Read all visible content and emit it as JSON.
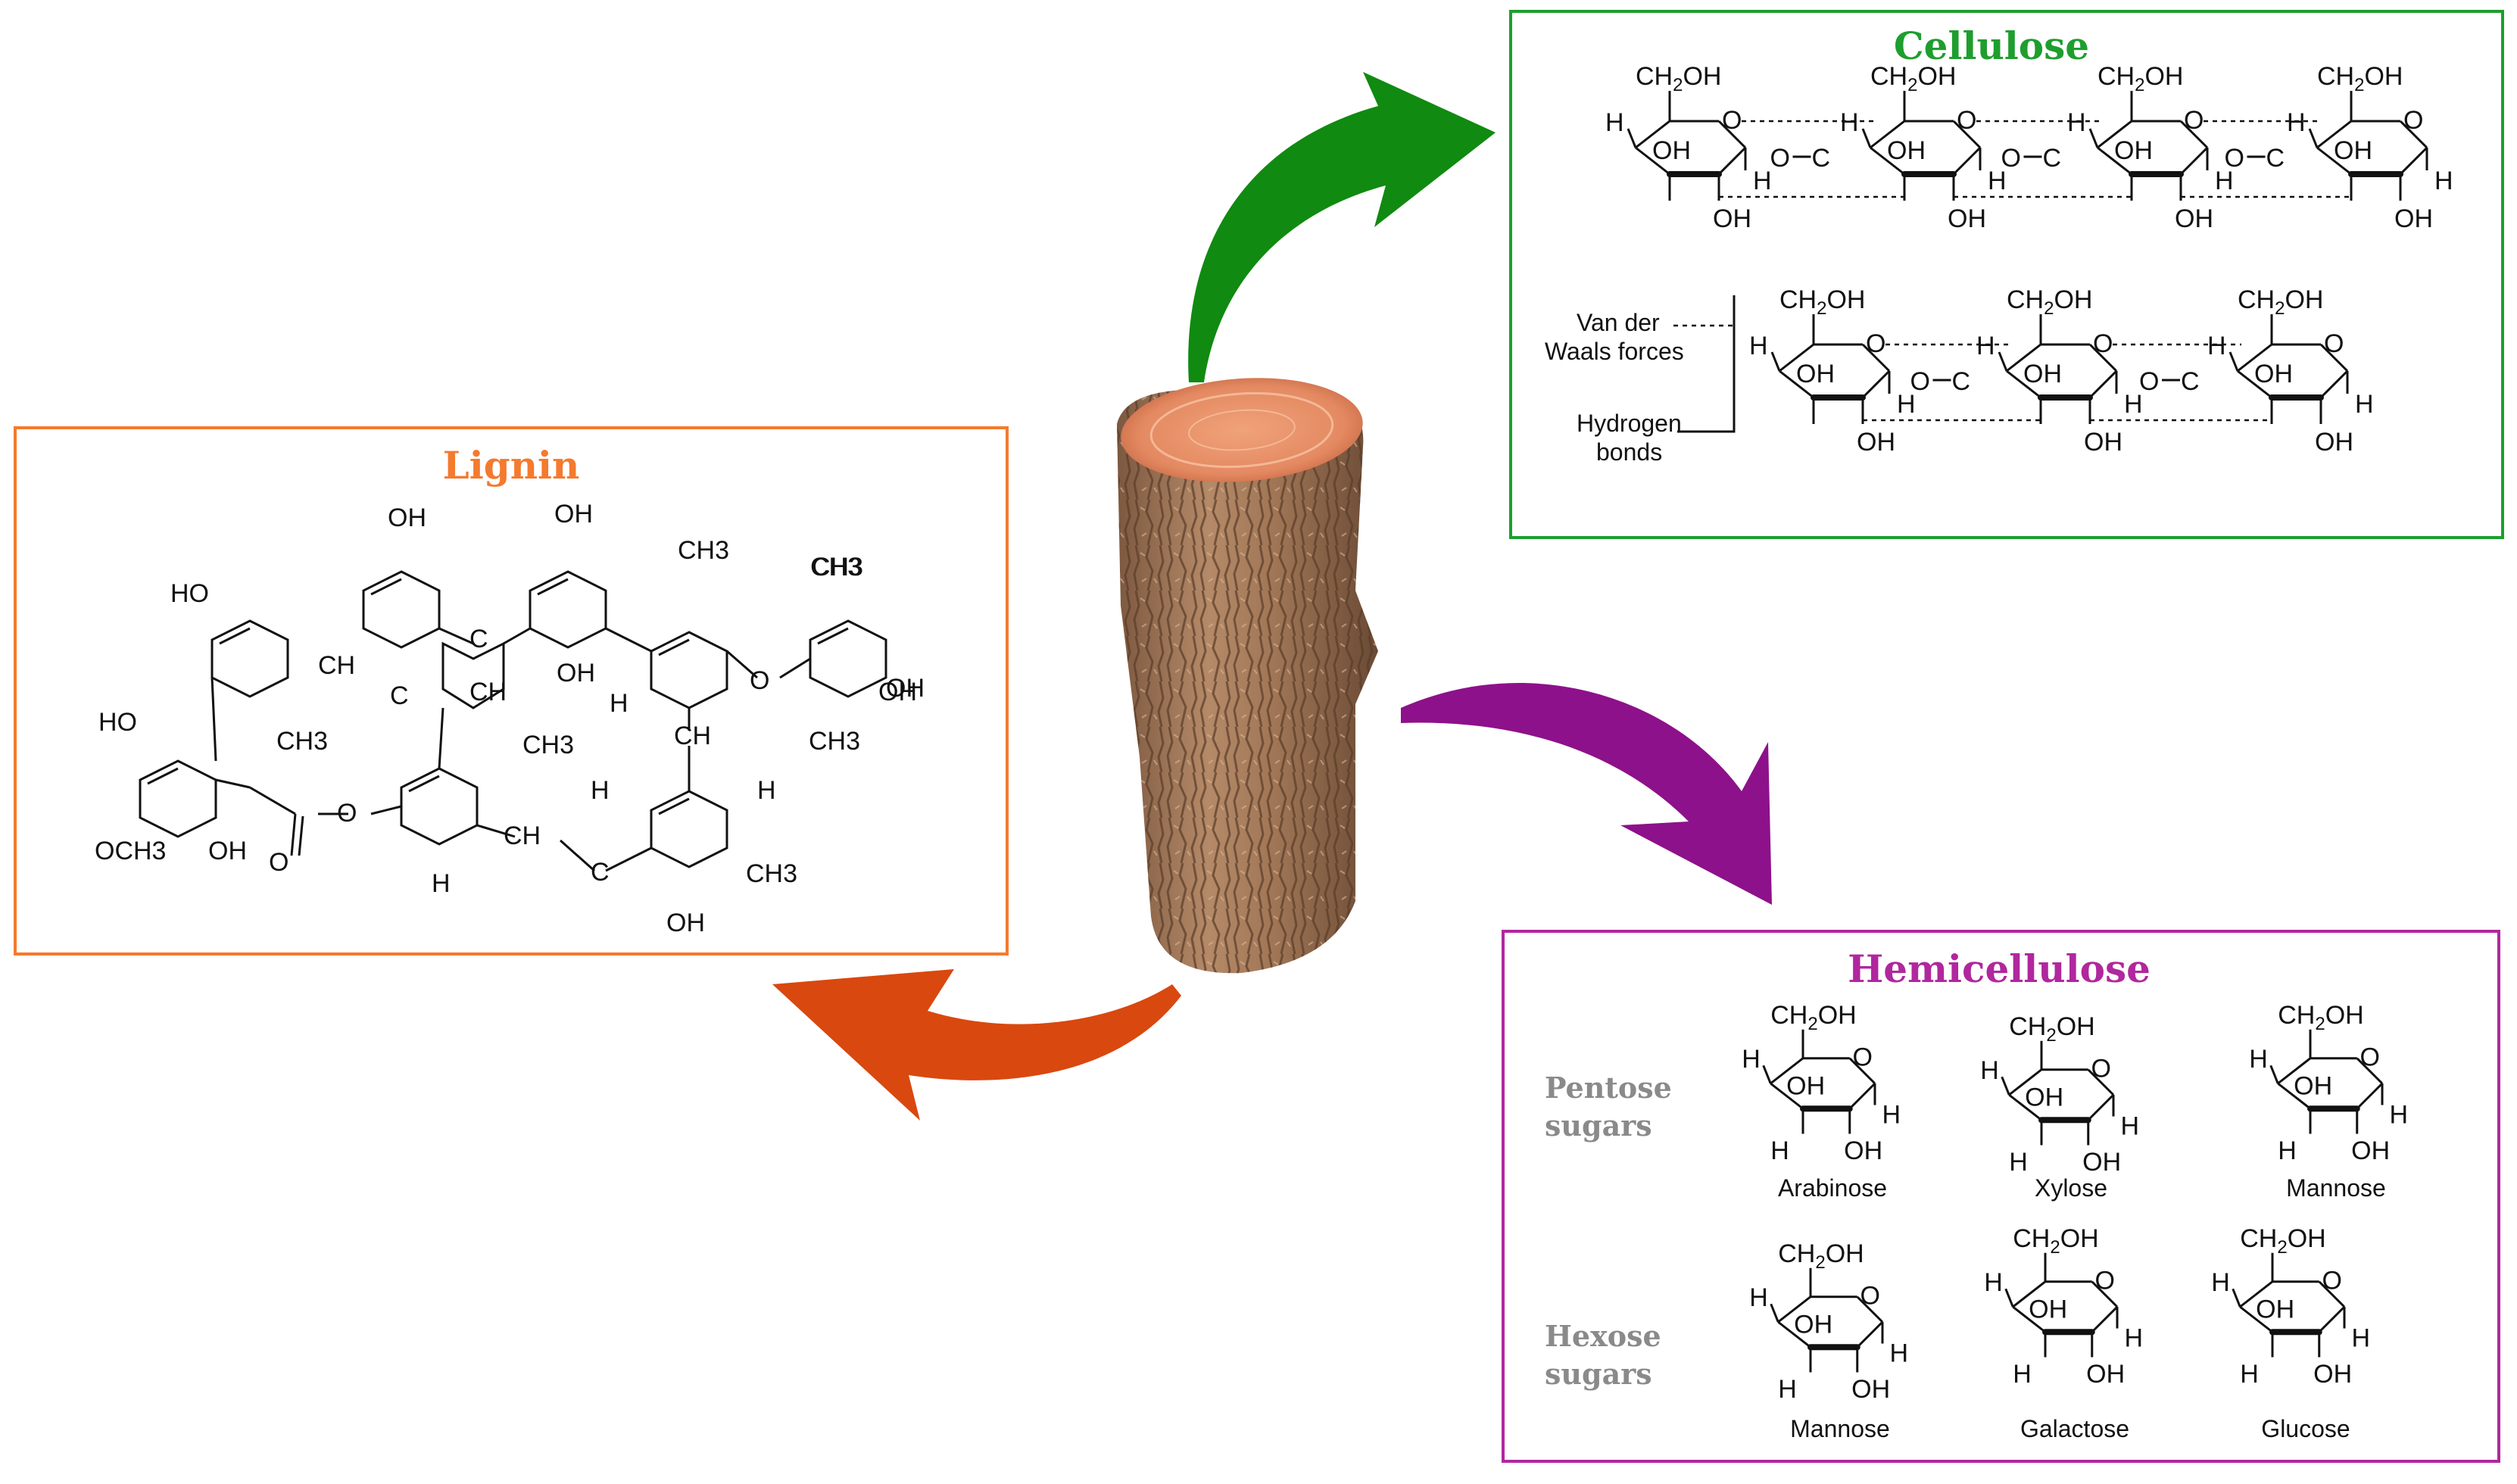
{
  "colors": {
    "lignin": "#f47a2e",
    "cellulose": "#1e9e2e",
    "hemicellulose": "#b0279e",
    "arrow_green": "#108a10",
    "arrow_purple": "#8d118a",
    "arrow_orange": "#d9480f"
  },
  "lignin": {
    "title": "Lignin",
    "labels": [
      "OH",
      "OH",
      "HO",
      "CH3",
      "CH3",
      "CH",
      "CH3",
      "C",
      "CH",
      "HO",
      "C",
      "OH",
      "H",
      "OH",
      "CH3",
      "CH3",
      "OH",
      "CH",
      "H",
      "H",
      "CH3",
      "CH3",
      "CH",
      "OCH3",
      "OH",
      "O",
      "O",
      "C",
      "H",
      "O",
      "OH"
    ]
  },
  "cellulose": {
    "title": "Cellulose",
    "van_der_waals": [
      "Van der",
      "Waals forces"
    ],
    "hydrogen": [
      "Hydrogen",
      "bonds"
    ],
    "chem": {
      "ch2oh": "CH2OH",
      "oh": "OH",
      "h": "H",
      "o": "O",
      "c": "C"
    }
  },
  "hemicellulose": {
    "title": "Hemicellulose",
    "pentose": [
      "Pentose",
      "sugars"
    ],
    "hexose": [
      "Hexose",
      "sugars"
    ],
    "pentose_sugars": [
      "Arabinose",
      "Xylose",
      "Mannose"
    ],
    "hexose_sugars": [
      "Mannose",
      "Galactose",
      "Glucose"
    ]
  }
}
